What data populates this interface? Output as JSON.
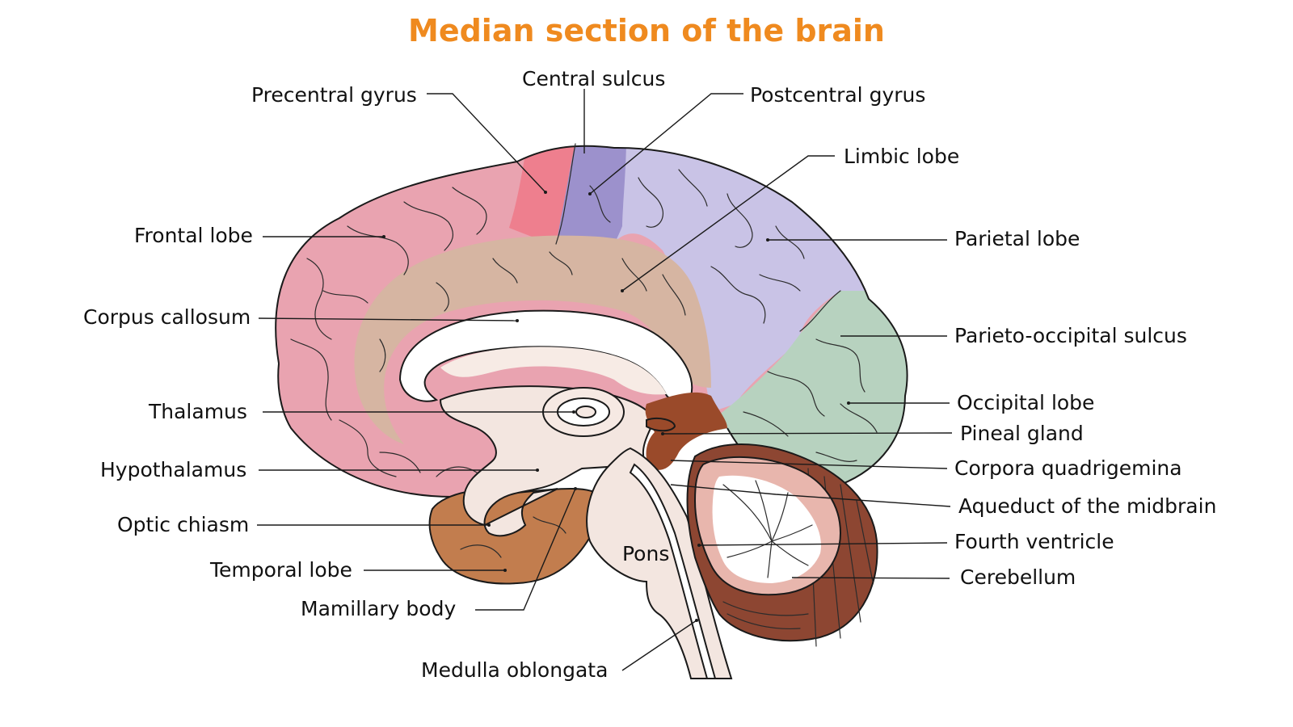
{
  "title": "Median section of the brain",
  "colors": {
    "title": "#ef8a1f",
    "frontal_lobe": "#e9a3b0",
    "precentral_gyrus": "#ee7f8e",
    "postcentral_gyrus": "#9c91cc",
    "parietal_lobe": "#c9c3e6",
    "limbic_lobe": "#d6b5a2",
    "occipital_lobe": "#b7d2bf",
    "temporal_lobe": "#c27d4e",
    "midbrain": "#9a4a2a",
    "cerebellum": "#8d4632",
    "cerebellum_inner": "#e8b6ad",
    "brainstem": "#f3e6e0"
  },
  "labels": {
    "precentral_gyrus": "Precentral gyrus",
    "central_sulcus": "Central sulcus",
    "postcentral_gyrus": "Postcentral gyrus",
    "limbic_lobe": "Limbic lobe",
    "frontal_lobe": "Frontal lobe",
    "parietal_lobe": "Parietal lobe",
    "corpus_callosum": "Corpus callosum",
    "parieto_occipital_sulcus": "Parieto-occipital sulcus",
    "thalamus": "Thalamus",
    "occipital_lobe": "Occipital lobe",
    "pineal_gland": "Pineal gland",
    "hypothalamus": "Hypothalamus",
    "corpora_quadrigemina": "Corpora quadrigemina",
    "aqueduct": "Aqueduct of the midbrain",
    "optic_chiasm": "Optic chiasm",
    "fourth_ventricle": "Fourth ventricle",
    "temporal_lobe": "Temporal lobe",
    "cerebellum": "Cerebellum",
    "mamillary_body": "Mamillary body",
    "pons": "Pons",
    "medulla_oblongata": "Medulla oblongata"
  }
}
